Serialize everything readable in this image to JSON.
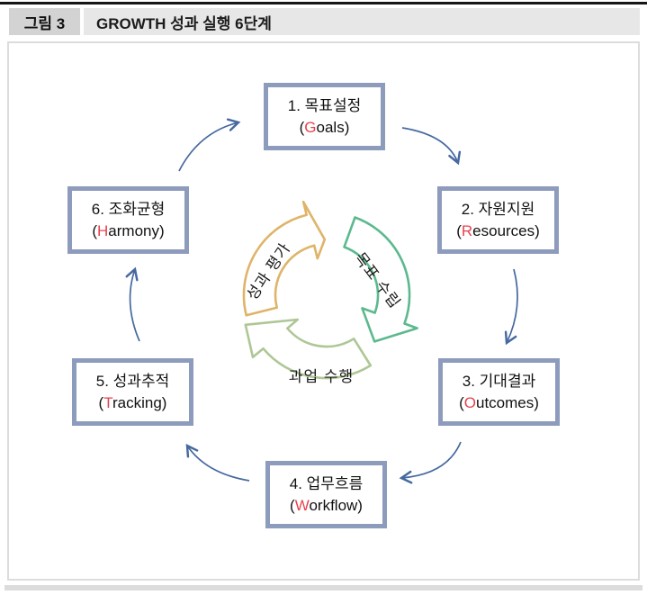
{
  "header": {
    "figure_label": "그림 3",
    "title": "GROWTH 성과 실행 6단계"
  },
  "boxes": [
    {
      "label_kr": "1. 목표설정",
      "en_open": "(",
      "en_initial": "G",
      "en_rest": "oals)"
    },
    {
      "label_kr": "2. 자원지원",
      "en_open": "(",
      "en_initial": "R",
      "en_rest": "esources)"
    },
    {
      "label_kr": "3. 기대결과",
      "en_open": "(",
      "en_initial": "O",
      "en_rest": "utcomes)"
    },
    {
      "label_kr": "4. 업무흐름",
      "en_open": "(",
      "en_initial": "W",
      "en_rest": "orkflow)"
    },
    {
      "label_kr": "5. 성과추적",
      "en_open": "(",
      "en_initial": "T",
      "en_rest": "racking)"
    },
    {
      "label_kr": "6. 조화균형",
      "en_open": "(",
      "en_initial": "H",
      "en_rest": "armony)"
    }
  ],
  "center_labels": {
    "evaluation": "성과 평가",
    "goal_setting": "목표 수립",
    "task_execution": "과업 수행"
  },
  "colors": {
    "box_border": "#8d9bbc",
    "initial_red": "#e8414d",
    "connector_blue": "#46699f",
    "cycle_orange": "#dfb469",
    "cycle_green": "#5cb98e",
    "cycle_sage": "#aec795",
    "header_label_bg": "#d3d3d3",
    "header_title_bg": "#e7e7e7",
    "frame_gray": "#dcdcdc"
  }
}
